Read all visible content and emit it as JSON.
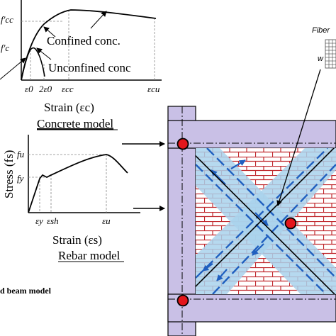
{
  "concrete_model": {
    "y_ticks": [
      "f'cc",
      "f'c"
    ],
    "x_ticks": [
      "ε0",
      "2ε0",
      "εcc",
      "εcu"
    ],
    "confined_label": "Confined conc.",
    "unconfined_label": "Unconfined conc",
    "x_axis_label": "Strain (εc)",
    "caption": "Concrete model"
  },
  "rebar_model": {
    "y_axis_label": "Stress (fs)",
    "y_ticks": [
      "fu",
      "fy"
    ],
    "x_ticks": [
      "εy",
      "εsh",
      "εu"
    ],
    "x_axis_label": "Strain (εs)",
    "caption": "Rebar model"
  },
  "fiber_label": "Fiber",
  "w_label": "w",
  "bottom_caption_fragment": "d beam model",
  "colors": {
    "frame_fill": "#c9c0e6",
    "brick_line": "#c0282d",
    "strut_fill": "#a9d2ec",
    "strut_arrow": "#1f5fbf",
    "node_fill": "#e3161c"
  }
}
